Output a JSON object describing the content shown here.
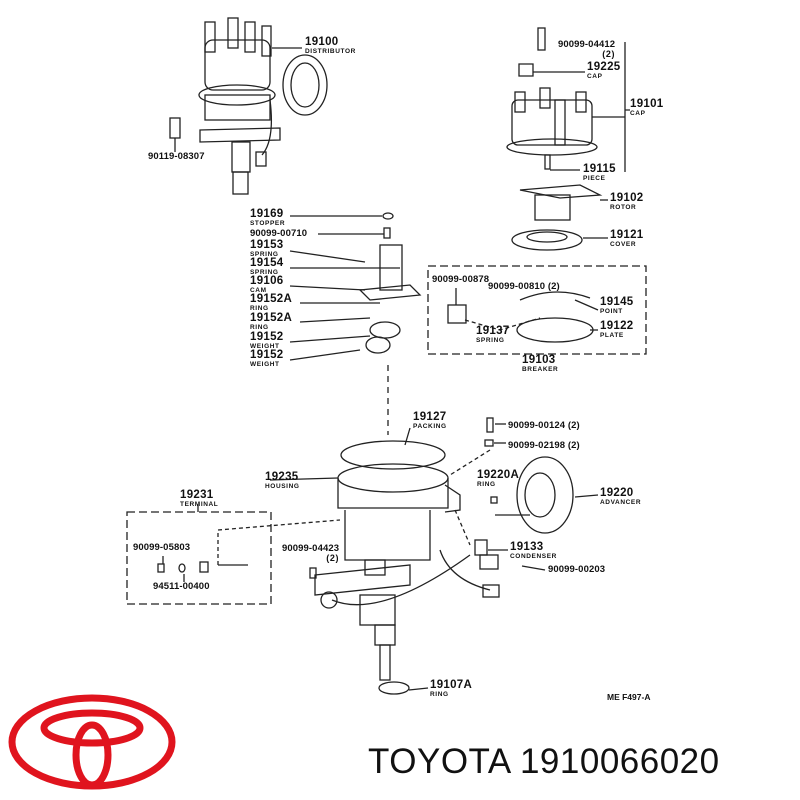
{
  "labels": [
    {
      "num": "19100",
      "sub": "DISTRIBUTOR"
    },
    {
      "num": "90119-08307"
    },
    {
      "num": "90099-04412",
      "sub": "(2)"
    },
    {
      "num": "19225",
      "sub": "CAP"
    },
    {
      "num": "19101",
      "sub": "CAP"
    },
    {
      "num": "19115",
      "sub": "PIECE"
    },
    {
      "num": "19102",
      "sub": "ROTOR"
    },
    {
      "num": "19121",
      "sub": "COVER"
    },
    {
      "num": "19169",
      "sub": "STOPPER"
    },
    {
      "num": "90099-00710"
    },
    {
      "num": "19153",
      "sub": "SPRING"
    },
    {
      "num": "19154",
      "sub": "SPRING"
    },
    {
      "num": "19106",
      "sub": "CAM"
    },
    {
      "num": "19152A",
      "sub": "RING"
    },
    {
      "num": "19152A",
      "sub": "RING"
    },
    {
      "num": "19152",
      "sub": "WEIGHT"
    },
    {
      "num": "19152",
      "sub": "WEIGHT"
    },
    {
      "num": "90099-00878"
    },
    {
      "num": "90099-00810 (2)"
    },
    {
      "num": "19145",
      "sub": "POINT"
    },
    {
      "num": "19137",
      "sub": "SPRING"
    },
    {
      "num": "19122",
      "sub": "PLATE"
    },
    {
      "num": "19103",
      "sub": "BREAKER"
    },
    {
      "num": "19127",
      "sub": "PACKING"
    },
    {
      "num": "90099-00124 (2)"
    },
    {
      "num": "90099-02198 (2)"
    },
    {
      "num": "19220A",
      "sub": "RING"
    },
    {
      "num": "19235",
      "sub": "HOUSING"
    },
    {
      "num": "19220",
      "sub": "ADVANCER"
    },
    {
      "num": "19231",
      "sub": "TERMINAL"
    },
    {
      "num": "90099-05803"
    },
    {
      "num": "90099-04423",
      "sub": "(2)"
    },
    {
      "num": "19133",
      "sub": "CONDENSER"
    },
    {
      "num": "90099-00203"
    },
    {
      "num": "94511-00400"
    },
    {
      "num": "19107A",
      "sub": "RING"
    }
  ],
  "figure_code": "ME  F497-A",
  "brand": {
    "name": "TOYOTA",
    "part_number": "1910066020",
    "text": "TOYOTA 1910066020",
    "logo_color": "#e0141e"
  }
}
